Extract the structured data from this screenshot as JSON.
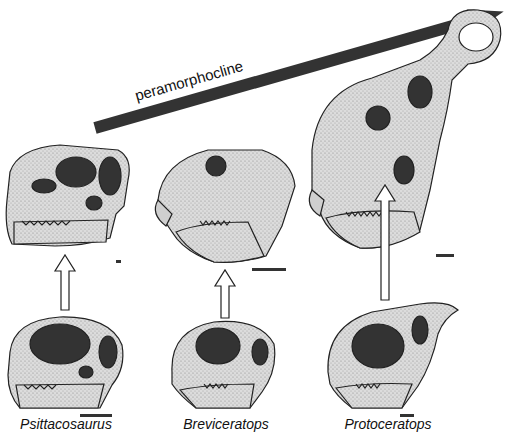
{
  "diagram": {
    "labels": [
      "peramorphocline",
      "Psittacosaurus",
      "Breviceratops",
      "Protoceratops"
    ]
  }
}
